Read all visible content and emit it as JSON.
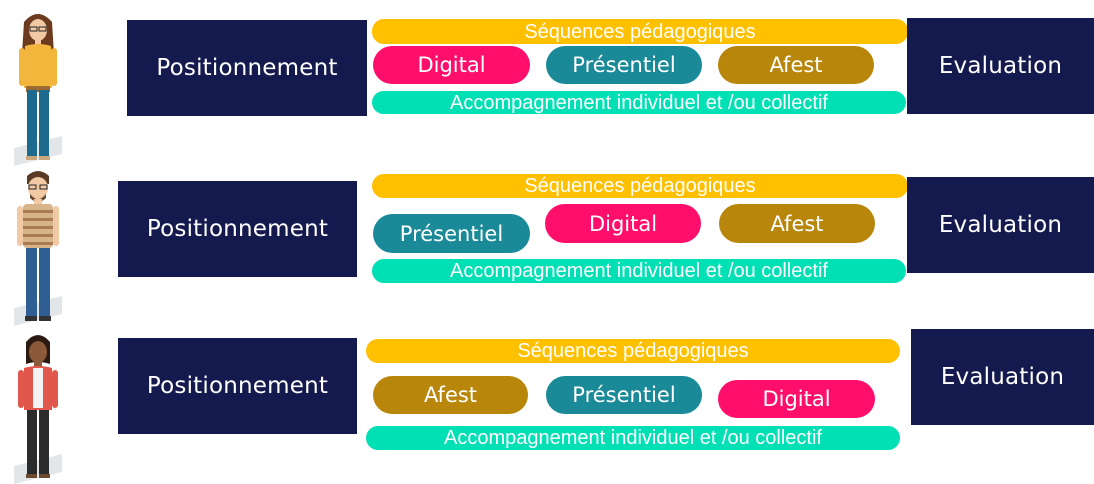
{
  "labels": {
    "sequences": "Séquences pédagogiques",
    "accompagnement": "Accompagnement individuel et /ou  collectif",
    "positionnement": "Positionnement",
    "evaluation": "Evaluation",
    "digital": "Digital",
    "presentiel": "Présentiel",
    "afest": "Afest"
  },
  "colors": {
    "navy": "#141a4e",
    "sequences_bar": "#ffc000",
    "accompagnement_bar": "#00e0b4",
    "digital": "#ff0f6b",
    "presentiel": "#1a8a98",
    "afest": "#b8860b"
  },
  "rows": [
    {
      "persona": "woman-yellow-top",
      "modules": [
        "Digital",
        "Présentiel",
        "Afest"
      ]
    },
    {
      "persona": "man-striped-shirt",
      "modules": [
        "Présentiel",
        "Digital",
        "Afest"
      ]
    },
    {
      "persona": "woman-red-jacket",
      "modules": [
        "Afest",
        "Présentiel",
        "Digital"
      ]
    }
  ]
}
